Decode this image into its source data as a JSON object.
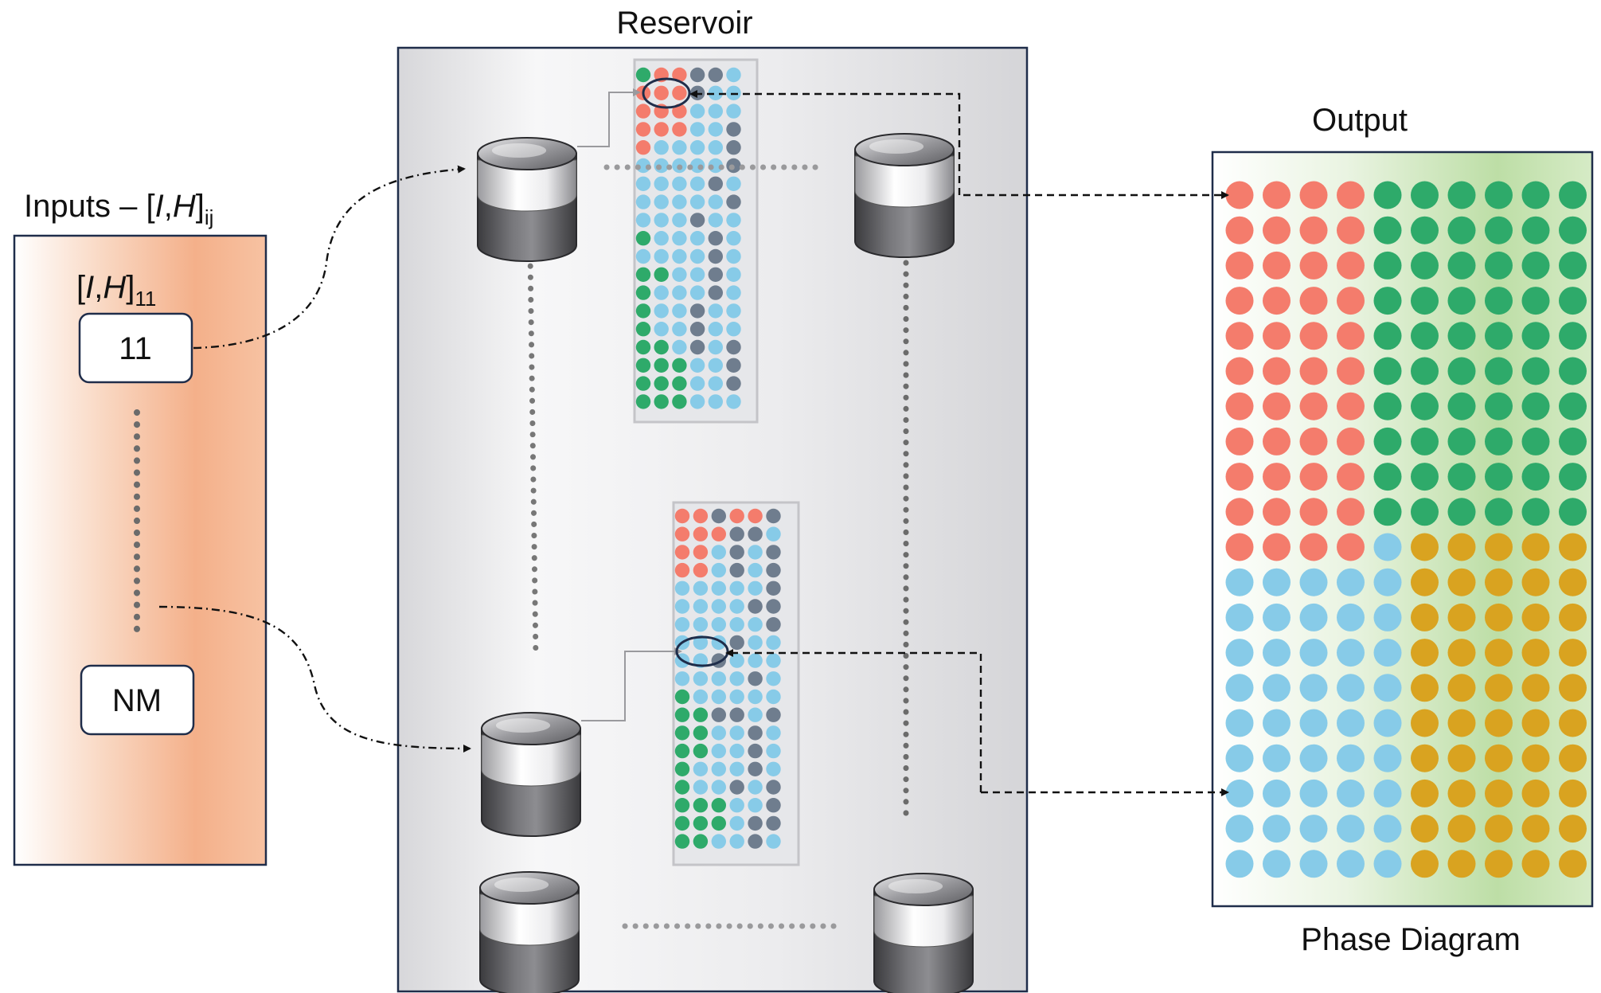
{
  "labels": {
    "reservoir_title": "Reservoir",
    "output_title": "Output",
    "phase_diagram_caption": "Phase Diagram",
    "inputs": {
      "prefix": "Inputs – [",
      "var_i": "I",
      "comma": ",",
      "var_h": "H",
      "close": "]",
      "subscript": "ij"
    },
    "input_11": {
      "open": "[",
      "var_i": "I",
      "comma": ",",
      "var_h": "H",
      "close": "]",
      "subscript": "11"
    },
    "input_box_first": "11",
    "input_box_last": "NM"
  },
  "colors": {
    "red": "#f47c6c",
    "green": "#2eaa6a",
    "blue": "#87cbe8",
    "gold": "#d9a320",
    "slate": "#6f7d8e",
    "frame": "#1f2d4a",
    "input_panel": "#f4b08a",
    "output_tint": "#b9dba0"
  },
  "reservoir_grids": {
    "top": [
      "GRRSSB",
      "RRRSBB",
      "RRRBBB",
      "RRRBBS",
      "RBBBBS",
      "BBBBBS",
      "BBBBSB",
      "BBBBBS",
      "BBBSBB",
      "GBBBSB",
      "BBBBSB",
      "GGBBSB",
      "GBBBSB",
      "GBBSBB",
      "GBBSBB",
      "GGBSBS",
      "GGGBBS",
      "GGGBBS",
      "GGGBBB"
    ],
    "bottom": [
      "RRSRRS",
      "RRRSSB",
      "RRBSBS",
      "RRBSBS",
      "BBBBBS",
      "BBBBSS",
      "BBBBBS",
      "BBBSBB",
      "BBSBBB",
      "BBBBSB",
      "GBBBBB",
      "GGSSBS",
      "GGBBSB",
      "GGBBSB",
      "GBBBSB",
      "GBBSBS",
      "GGGBBS",
      "GGGBSS",
      "GGBBSB"
    ]
  },
  "phase_grid": [
    "RRRRGGGGGG",
    "RRRRGGGGGG",
    "RRRRGGGGGG",
    "RRRRGGGGGG",
    "RRRRGGGGGG",
    "RRRRGGGGGG",
    "RRRRGGGGGG",
    "RRRRGGGGGG",
    "RRRRGGGGGG",
    "RRRRGGGGGG",
    "RRRRBYYYYY",
    "BBBBBYYYYY",
    "BBBBBYYYYY",
    "BBBBBYYYYY",
    "BBBBBYYYYY",
    "BBBBBYYYYY",
    "BBBBBYYYYY",
    "BBBBBYYYYY",
    "BBBBBYYYYY",
    "BBBBBYYYYY"
  ]
}
